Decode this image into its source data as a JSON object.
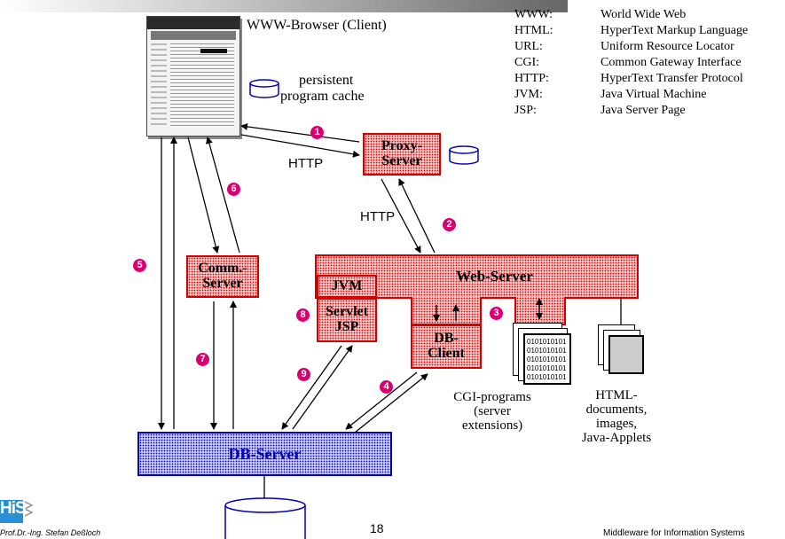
{
  "browser_label": "WWW-Browser (Client)",
  "cache_label_1": "persistent",
  "cache_label_2": "program cache",
  "proxy_label_1": "Proxy-",
  "proxy_label_2": "Server",
  "http_label_1": "HTTP",
  "http_label_2": "HTTP",
  "web_server_label": "Web-Server",
  "jvm_label": "JVM",
  "servlet_label_1": "Servlet",
  "servlet_label_2": "JSP",
  "db_client_label_1": "DB-",
  "db_client_label_2": "Client",
  "comm_server_label_1": "Comm.-",
  "comm_server_label_2": "Server",
  "db_server_label": "DB-Server",
  "cgi_label": [
    "CGI-programs",
    "(server",
    "extensions)"
  ],
  "html_docs_label": [
    "HTML-",
    "documents,",
    "images,",
    "Java-Applets"
  ],
  "binary_text": [
    "0101010101",
    "0101010101",
    "0101010101",
    "0101010101",
    "0101010101"
  ],
  "step_numbers": [
    "1",
    "2",
    "3",
    "4",
    "5",
    "6",
    "7",
    "8",
    "9"
  ],
  "legend": [
    {
      "abbr": "WWW:",
      "full": "World Wide Web"
    },
    {
      "abbr": "HTML:",
      "full": "HyperText Markup Language"
    },
    {
      "abbr": "URL:",
      "full": "Uniform Resource Locator"
    },
    {
      "abbr": "CGI:",
      "full": "Common Gateway Interface"
    },
    {
      "abbr": "HTTP:",
      "full": "HyperText Transfer Protocol"
    },
    {
      "abbr": "JVM:",
      "full": "Java Virtual Machine"
    },
    {
      "abbr": "JSP:",
      "full": "Java Server Page"
    }
  ],
  "footer": {
    "author": "Prof.Dr.-Ing. Stefan Deßloch",
    "page_number": "18",
    "course": "Middleware for Information Systems"
  },
  "logo_text": "HiS",
  "colors": {
    "server_red": "#d40000",
    "server_fill": "#f4c3c3",
    "db_blue": "#0000b0",
    "step_magenta": "#d6006e"
  }
}
